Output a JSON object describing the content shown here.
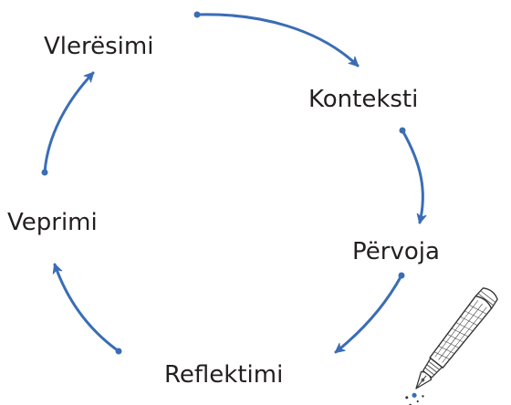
{
  "stages": [
    {
      "label": "Vlerësimi"
    },
    {
      "label": "Konteksti"
    },
    {
      "label": "Përvoja"
    },
    {
      "label": "Reflektimi"
    },
    {
      "label": "Veprimi"
    }
  ],
  "colors": {
    "arrow": "#3a6db5",
    "text": "#231f20",
    "pen_ink": "#3a6db5",
    "pen_outline": "#333333"
  },
  "icons": {
    "decoration": "fountain-pen-icon"
  }
}
